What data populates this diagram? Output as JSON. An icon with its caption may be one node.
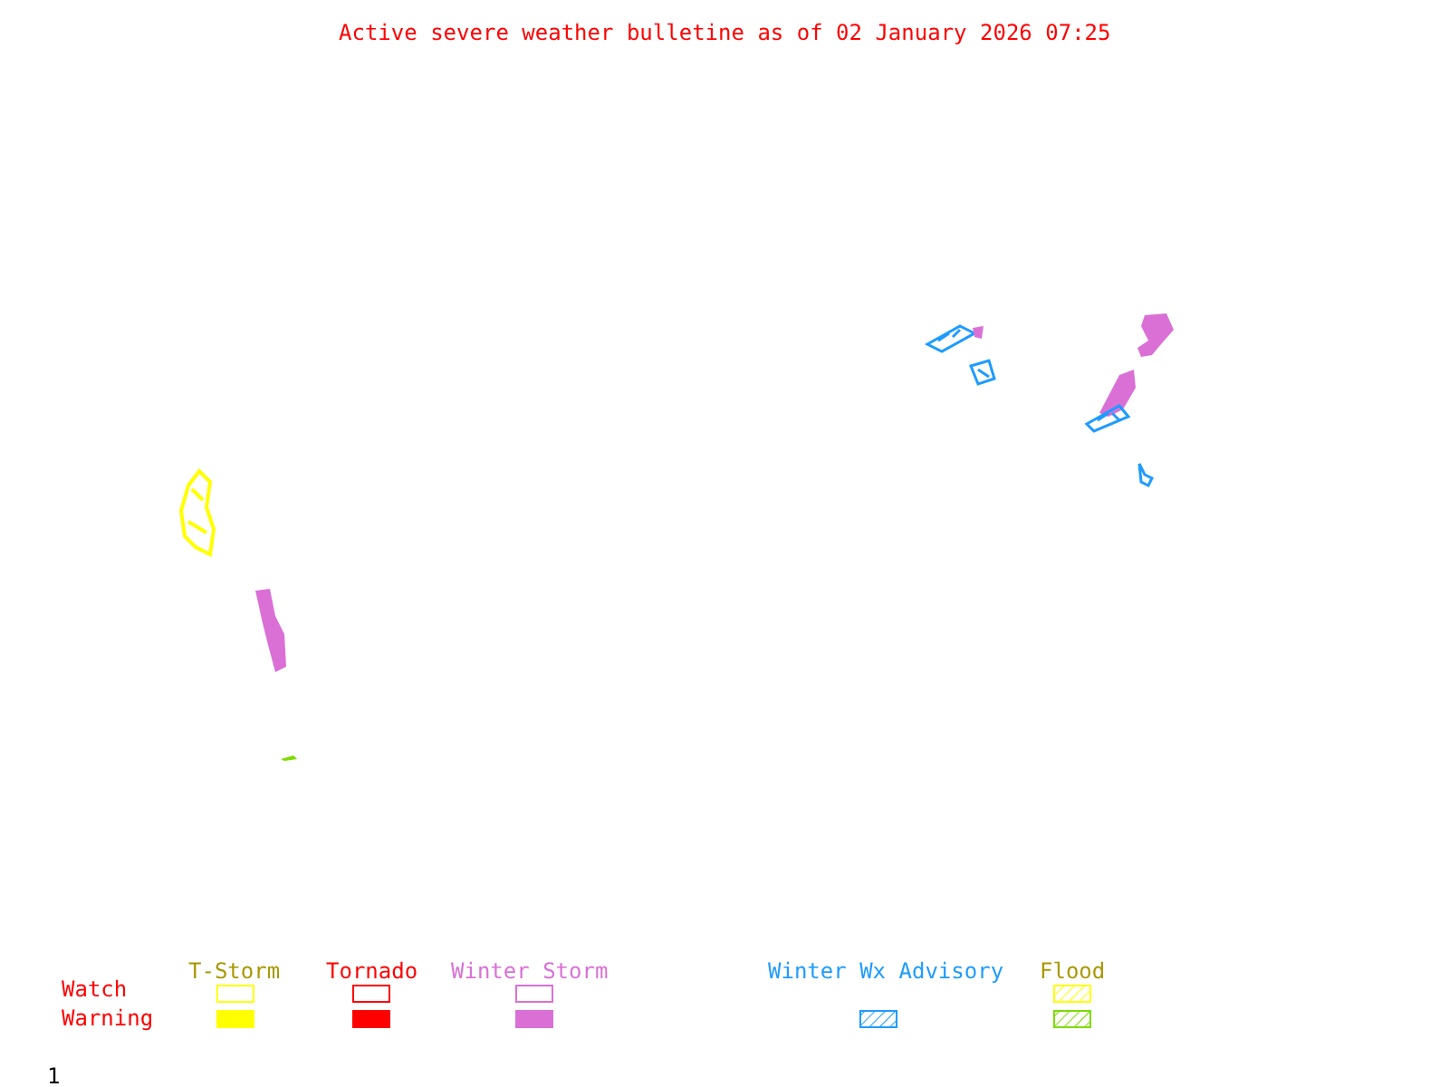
{
  "diagram": {
    "title": "Active severe weather bulletine as of 02 January 2026 07:25",
    "labels": [
      "T-Storm",
      "Tornado",
      "Winter Storm",
      "Winter Wx Advisory",
      "Flood",
      "Watch",
      "Warning",
      "1"
    ]
  }
}
